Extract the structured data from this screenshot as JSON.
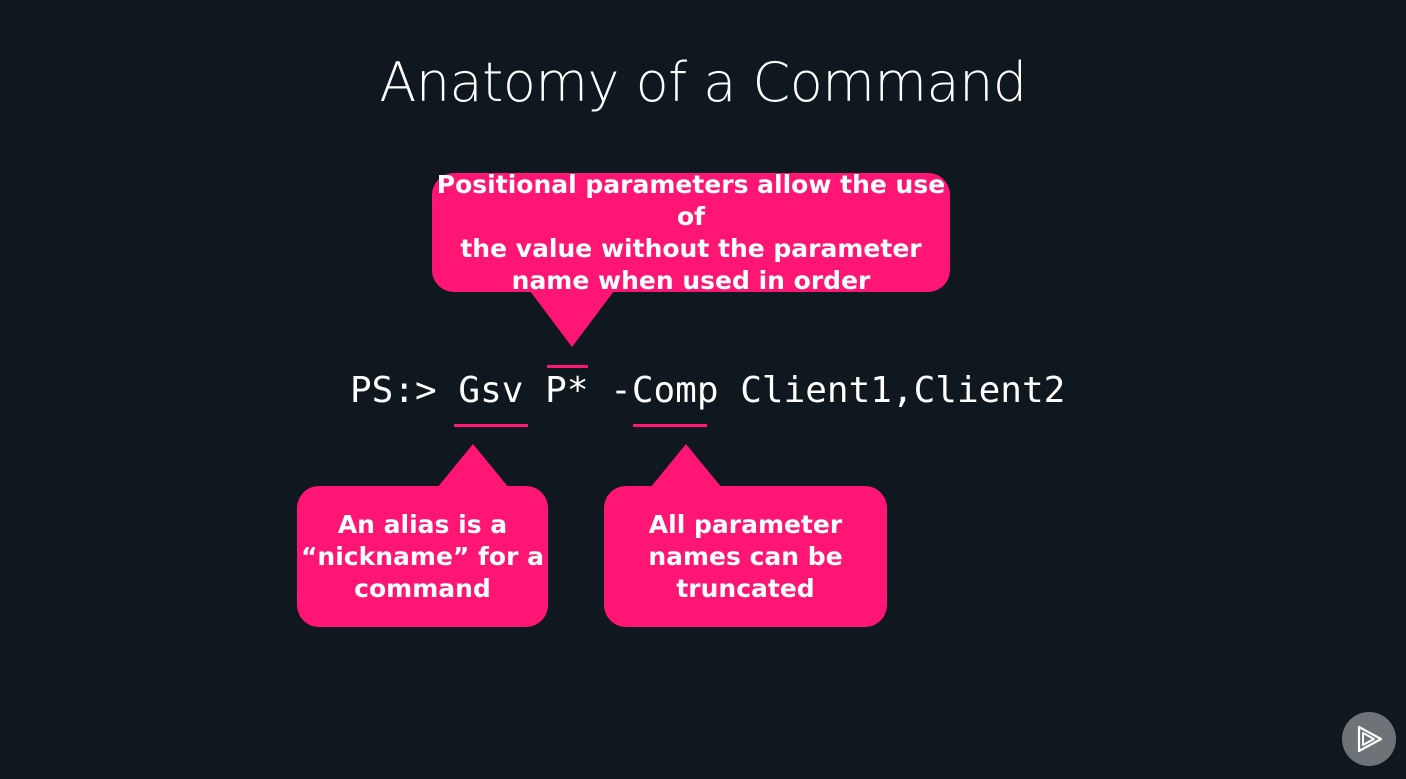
{
  "slide": {
    "title": "Anatomy of a Command"
  },
  "command": {
    "prompt": "PS:>",
    "alias": "Gsv",
    "positional_value": "P*",
    "parameter": "-Comp",
    "argument": "Client1,Client2"
  },
  "callouts": {
    "positional": {
      "line1": "Positional parameters allow the use of",
      "line2": "the value without the parameter",
      "line3": "name when used in order"
    },
    "alias": {
      "line1": "An alias is a",
      "line2": "“nickname” for a",
      "line3": "command"
    },
    "truncation": {
      "line1": "All parameter",
      "line2": "names can be",
      "line3": "truncated"
    }
  },
  "colors": {
    "background": "#0f171f",
    "accent": "#ff1675",
    "text": "#ffffff",
    "logo": "#6e7377"
  },
  "logo": {
    "icon": "play-logo-icon"
  }
}
